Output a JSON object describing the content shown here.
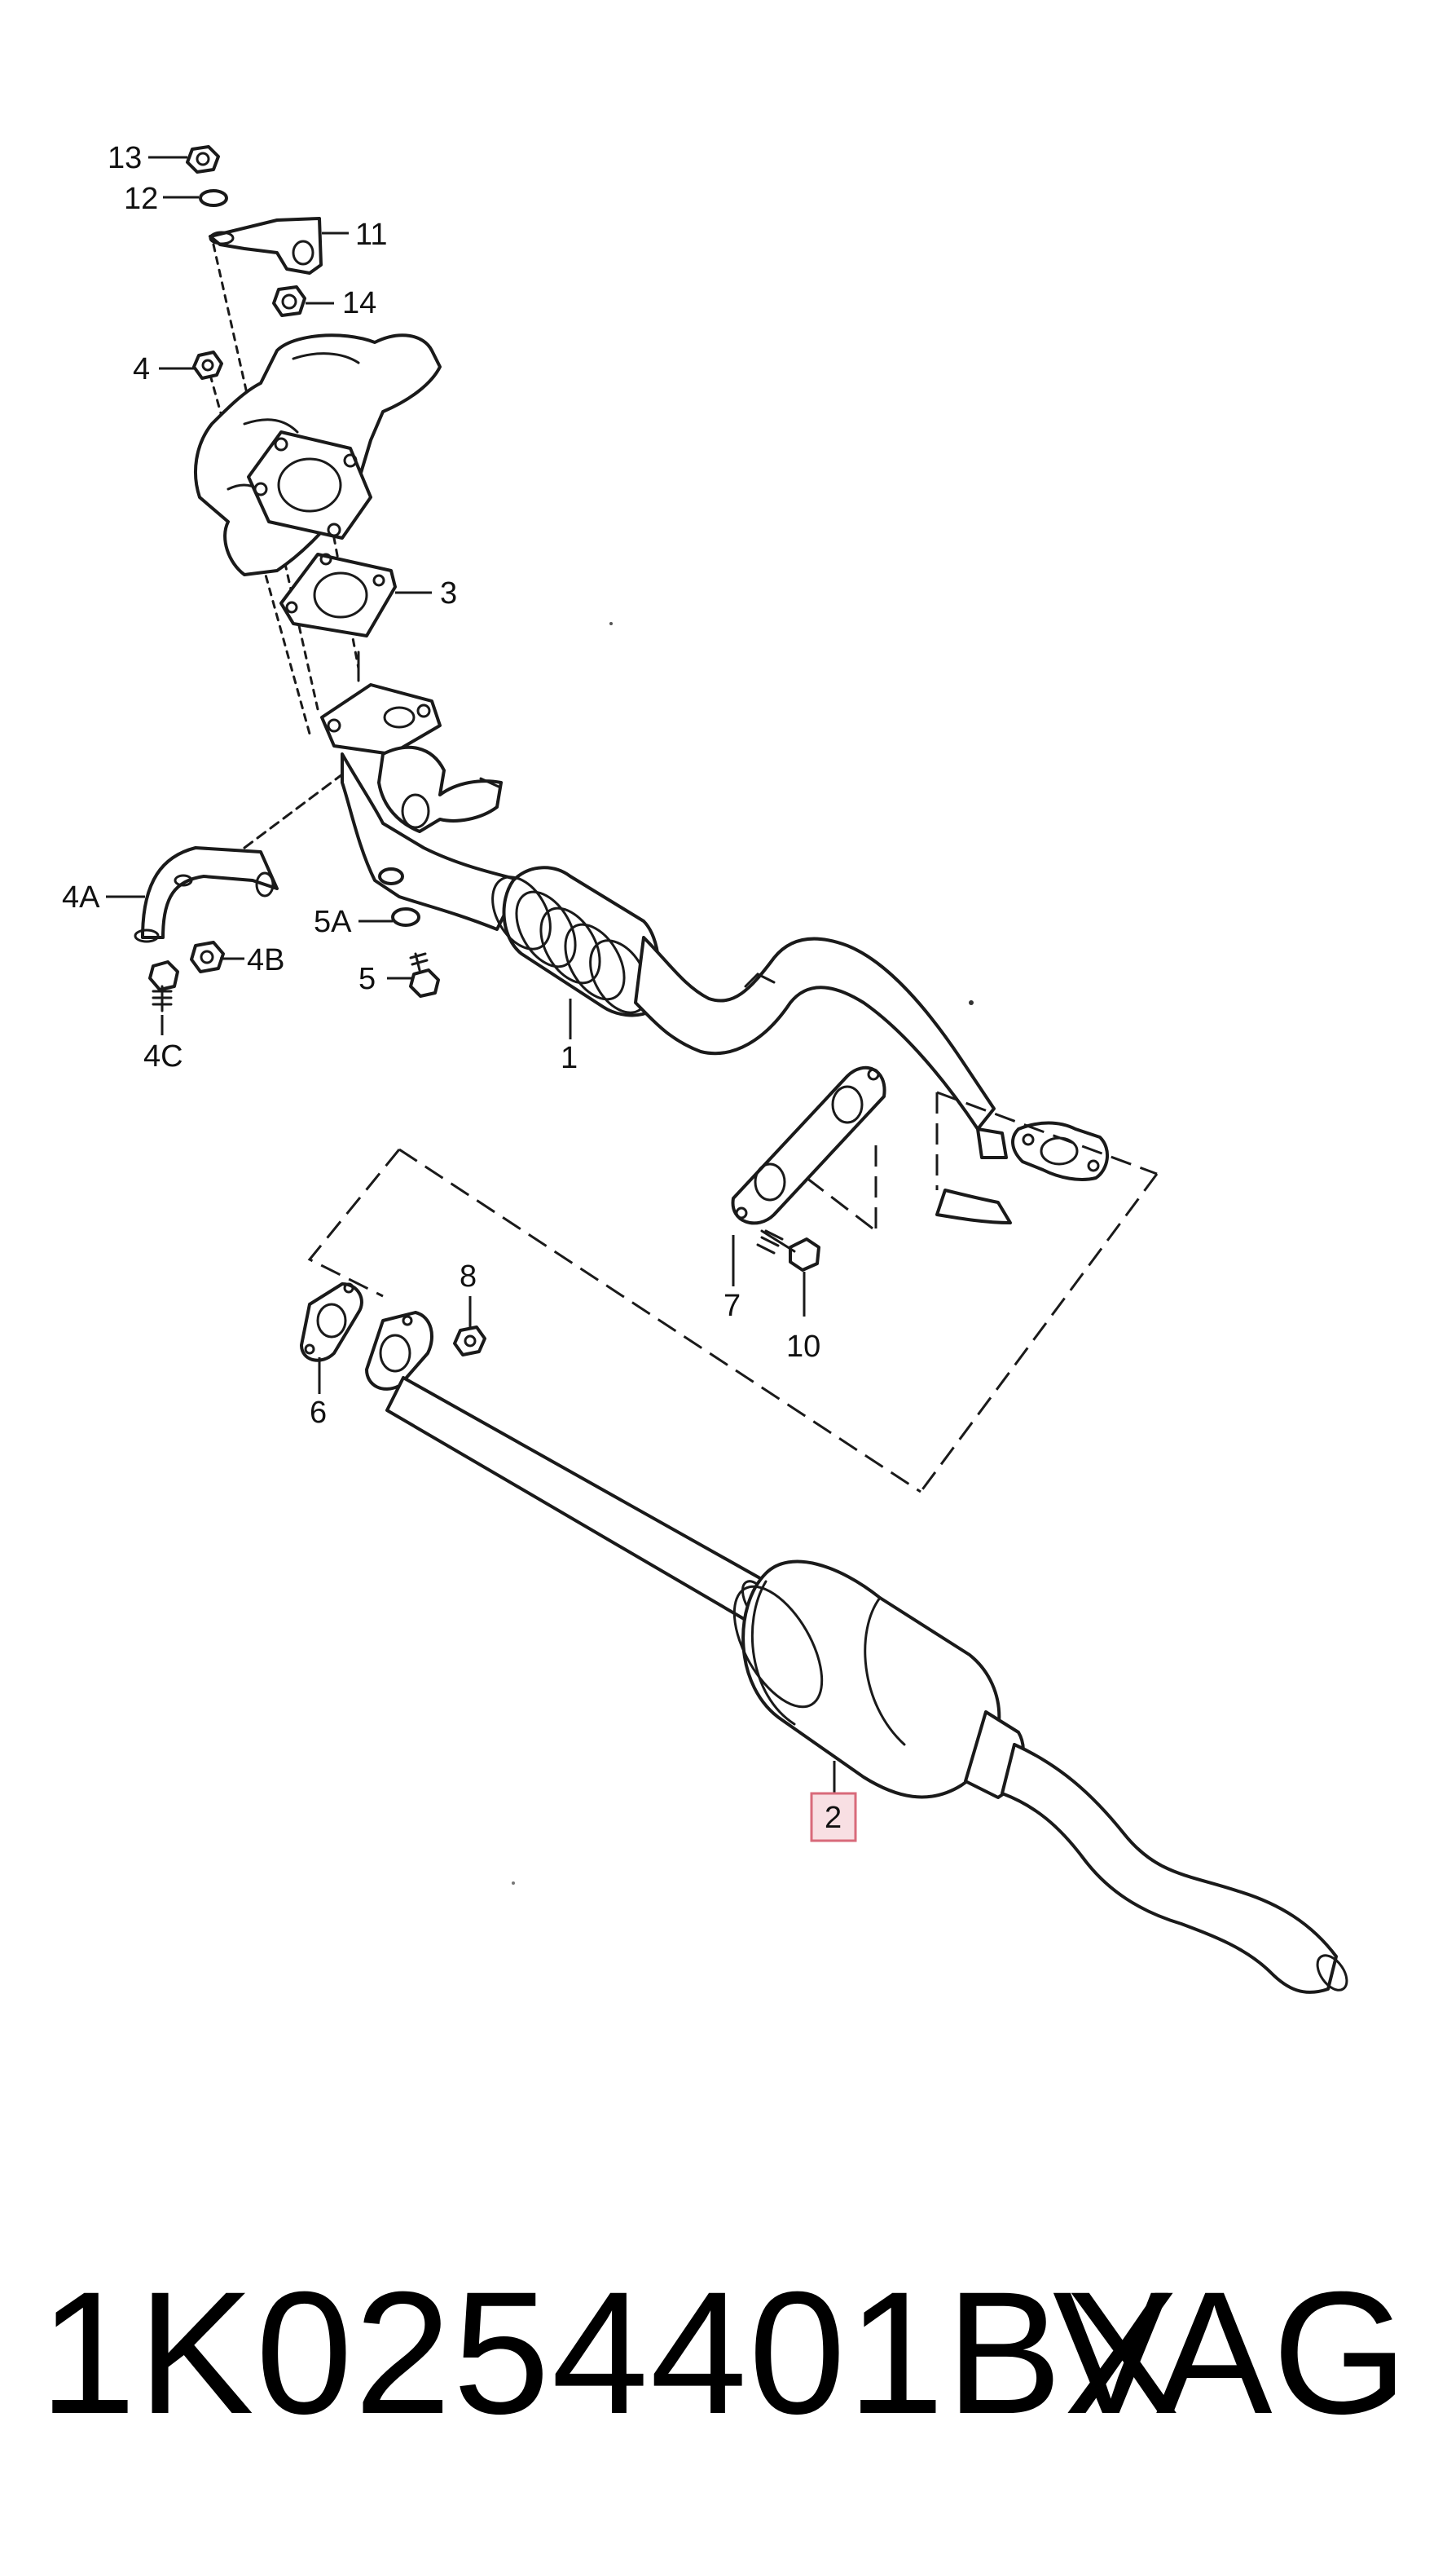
{
  "callouts": {
    "c13": "13",
    "c12": "12",
    "c11": "11",
    "c14": "14",
    "c4": "4",
    "c3": "3",
    "c4A": "4A",
    "c4B": "4B",
    "c4C": "4C",
    "c5A": "5A",
    "c5": "5",
    "c1": "1",
    "c7": "7",
    "c10": "10",
    "c8": "8",
    "c6": "6",
    "c2": "2"
  },
  "highlight": {
    "callout": "2",
    "fill": "#f8dfe3",
    "stroke": "#d86a7a"
  },
  "footer": {
    "part_number": "1K0254401BX",
    "brand": "VAG"
  },
  "colors": {
    "line": "#1a1a1a",
    "background": "#ffffff"
  }
}
